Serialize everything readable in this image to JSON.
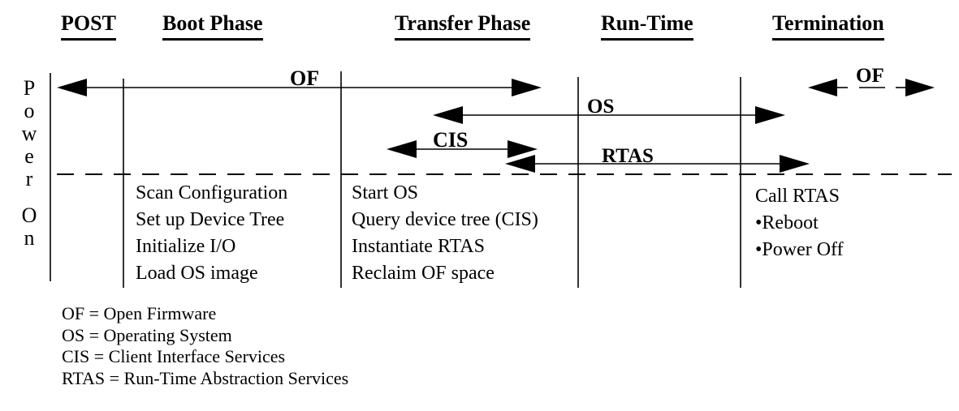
{
  "phases": [
    "POST",
    "Boot Phase",
    "Transfer Phase",
    "Run-Time",
    "Termination"
  ],
  "power_on": {
    "word1": "P\no\nw\ne\nr",
    "word2": "O\nn"
  },
  "arrow_labels": {
    "of": "OF",
    "os": "OS",
    "cis": "CIS",
    "rtas": "RTAS",
    "of_termination": "OF"
  },
  "tasks": {
    "boot": [
      "Scan Configuration",
      "Set up Device Tree",
      "Initialize I/O",
      "Load OS image"
    ],
    "transfer": [
      "Start OS",
      "Query device tree (CIS)",
      "Instantiate RTAS",
      "Reclaim OF space"
    ],
    "termination": [
      "Call RTAS",
      "•Reboot",
      "•Power Off"
    ]
  },
  "legend": [
    "OF = Open Firmware",
    "OS = Operating System",
    "CIS = Client Interface Services",
    "RTAS = Run-Time Abstraction Services"
  ],
  "colors": {
    "foreground": "#000000",
    "background": "#ffffff"
  }
}
